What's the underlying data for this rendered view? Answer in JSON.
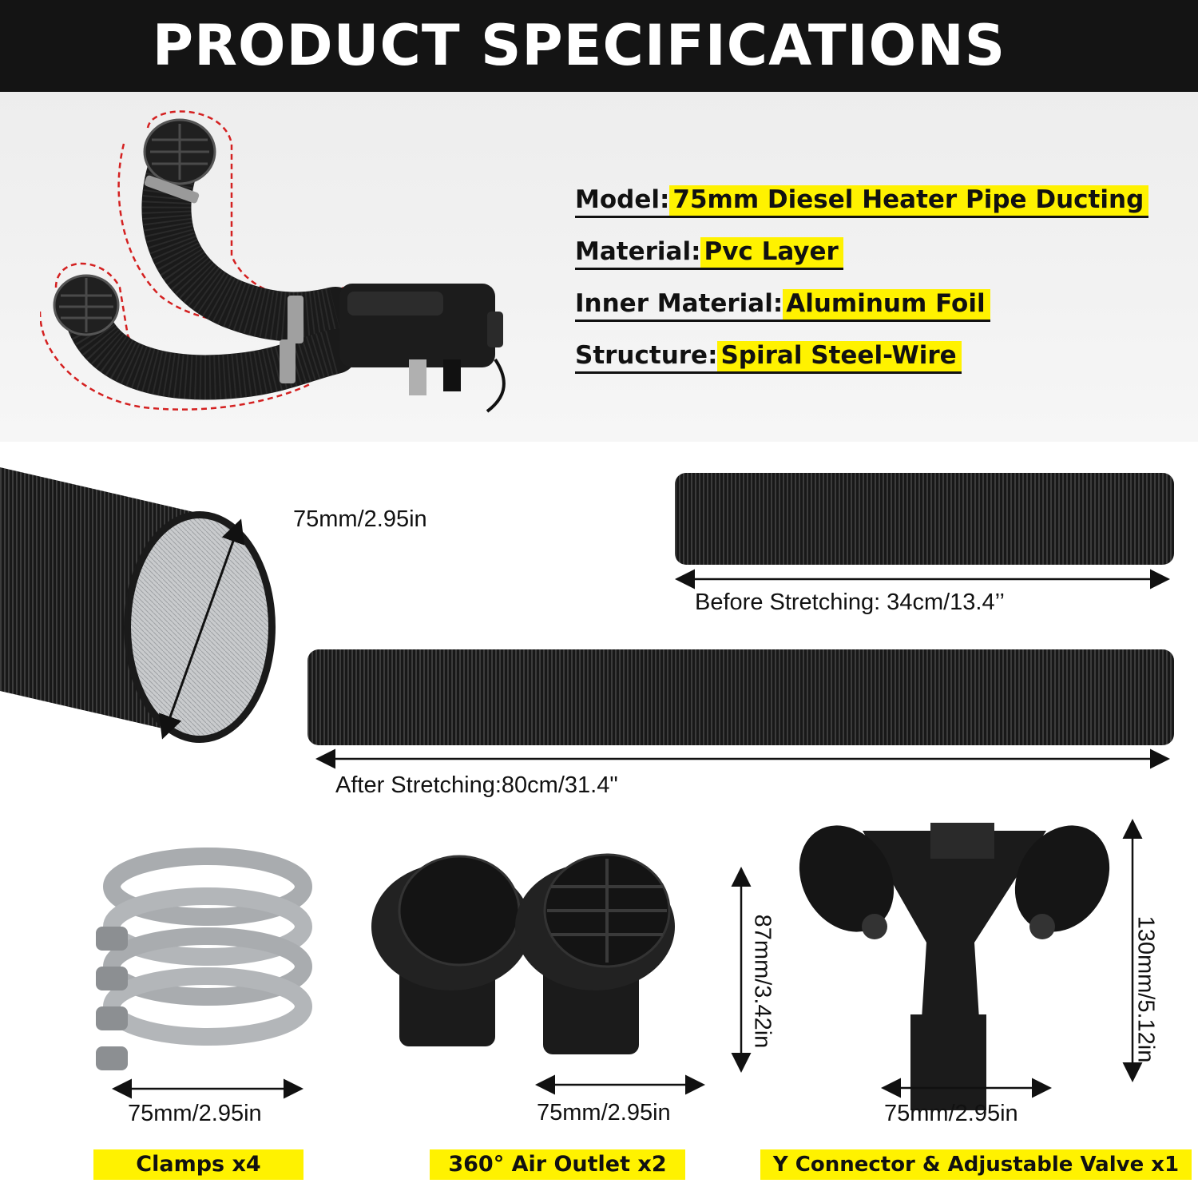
{
  "header": {
    "title": "PRODUCT SPECIFICATIONS"
  },
  "specs": [
    {
      "label": "Model:",
      "value": "75mm Diesel Heater Pipe Ducting"
    },
    {
      "label": "Material:",
      "value": "Pvc Layer"
    },
    {
      "label": "Inner Material:",
      "value": "Aluminum Foil"
    },
    {
      "label": "Structure:",
      "value": "Spiral Steel-Wire"
    }
  ],
  "dimensions": {
    "diameter": "75mm/2.95in",
    "before_stretching": "Before Stretching: 34cm/13.4’’",
    "after_stretching": "After Stretching:80cm/31.4\"",
    "clamp_width": "75mm/2.95in",
    "outlet_width": "75mm/2.95in",
    "outlet_height": "87mm/3.42in",
    "connector_width": "75mm/2.95in",
    "connector_height": "130mm/5.12in"
  },
  "products": [
    {
      "label": "Clamps x4"
    },
    {
      "label": "360° Air Outlet x2"
    },
    {
      "label": "Y Connector & Adjustable Valve x1"
    }
  ],
  "colors": {
    "header_bg": "#141414",
    "highlight": "#fff200",
    "outline_dash": "#d42020"
  }
}
